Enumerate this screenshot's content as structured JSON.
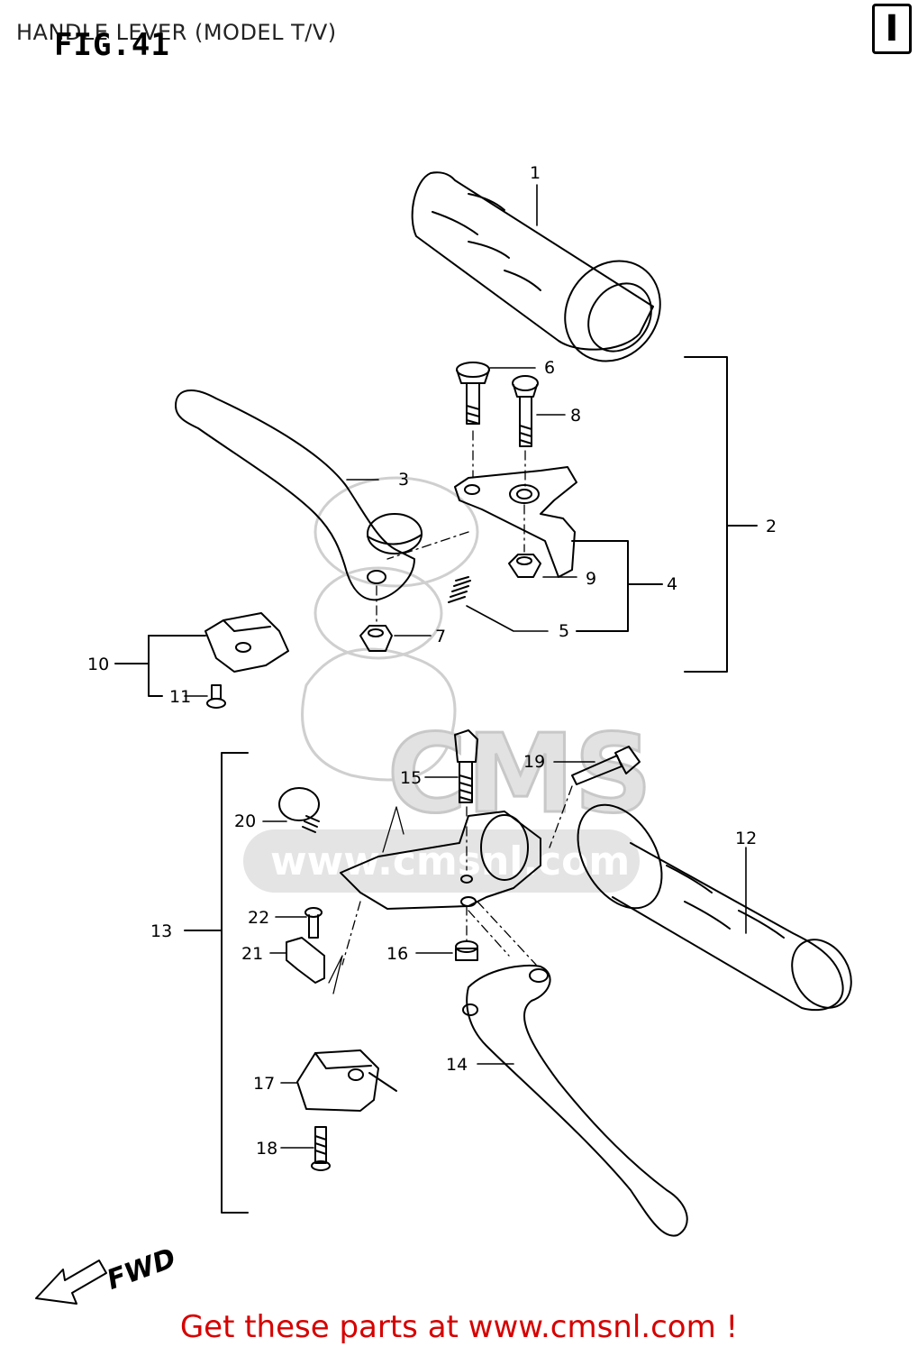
{
  "header": {
    "title": "HANDLE LEVER (MODEL T/V)",
    "fig_label": "FIG.41",
    "section_letter": "I"
  },
  "direction_label": "FWD",
  "watermark": {
    "logo_text": "CMS",
    "url_text": "www.cmsnl.com"
  },
  "footer": {
    "text": "Get these parts at www.cmsnl.com !"
  },
  "callouts": [
    {
      "id": "c1",
      "number": "1"
    },
    {
      "id": "c2",
      "number": "2"
    },
    {
      "id": "c3",
      "number": "3"
    },
    {
      "id": "c4",
      "number": "4"
    },
    {
      "id": "c5",
      "number": "5"
    },
    {
      "id": "c6",
      "number": "6"
    },
    {
      "id": "c7",
      "number": "7"
    },
    {
      "id": "c8",
      "number": "8"
    },
    {
      "id": "c9",
      "number": "9"
    },
    {
      "id": "c10",
      "number": "10"
    },
    {
      "id": "c11",
      "number": "11"
    },
    {
      "id": "c12",
      "number": "12"
    },
    {
      "id": "c13",
      "number": "13"
    },
    {
      "id": "c14",
      "number": "14"
    },
    {
      "id": "c15",
      "number": "15"
    },
    {
      "id": "c16",
      "number": "16"
    },
    {
      "id": "c17",
      "number": "17"
    },
    {
      "id": "c18",
      "number": "18"
    },
    {
      "id": "c19",
      "number": "19"
    },
    {
      "id": "c20",
      "number": "20"
    },
    {
      "id": "c21",
      "number": "21"
    },
    {
      "id": "c22",
      "number": "22"
    }
  ],
  "colors": {
    "line": "#000000",
    "watermark": "#d9d9d9",
    "footer_text": "#d60000"
  }
}
